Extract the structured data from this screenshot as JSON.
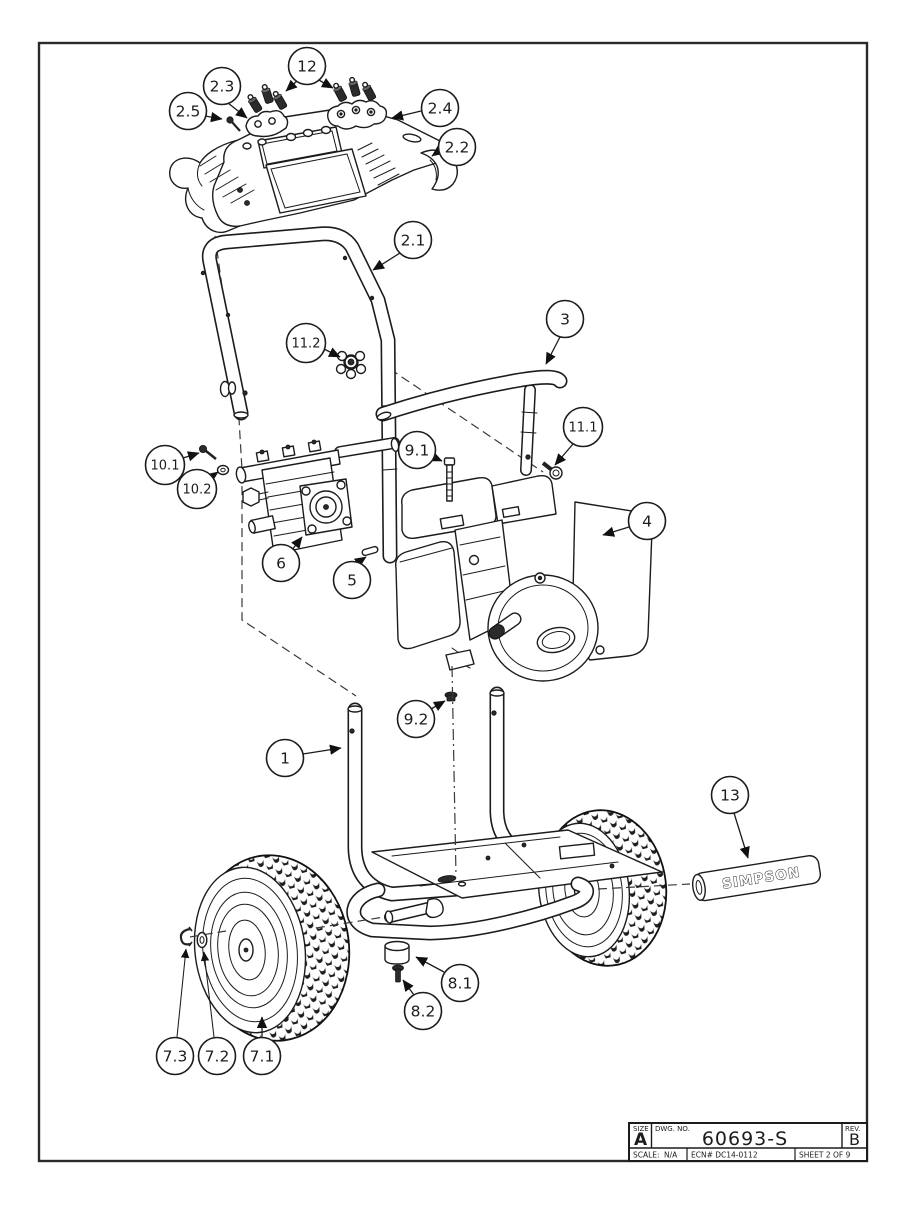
{
  "drawing": {
    "grip_text": "SIMPSON",
    "callouts": [
      {
        "label": "12"
      },
      {
        "label": "2.3"
      },
      {
        "label": "2.5"
      },
      {
        "label": "2.4"
      },
      {
        "label": "2.2"
      },
      {
        "label": "2.1"
      },
      {
        "label": "11.2"
      },
      {
        "label": "3"
      },
      {
        "label": "9.1"
      },
      {
        "label": "11.1"
      },
      {
        "label": "10.1"
      },
      {
        "label": "10.2"
      },
      {
        "label": "6"
      },
      {
        "label": "5"
      },
      {
        "label": "4"
      },
      {
        "label": "9.2"
      },
      {
        "label": "1"
      },
      {
        "label": "13"
      },
      {
        "label": "8.1"
      },
      {
        "label": "8.2"
      },
      {
        "label": "7.3"
      },
      {
        "label": "7.2"
      },
      {
        "label": "7.1"
      }
    ]
  },
  "title_block": {
    "size_label": "SIZE",
    "size_value": "A",
    "dwg_label": "DWG. NO.",
    "dwg_value": "60693-S",
    "rev_label": "REV.",
    "rev_value": "B",
    "scale_label": "SCALE:",
    "scale_value": "N/A",
    "ecn_value": "ECN# DC14-0112",
    "sheet_value": "SHEET 2 OF 9"
  }
}
